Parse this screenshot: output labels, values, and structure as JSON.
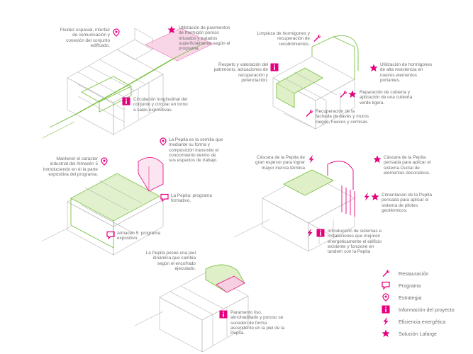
{
  "colors": {
    "accent": "#e6007e",
    "green": "#7ac143",
    "green_fill": "#dff0c8",
    "pink_fill": "#f7cfe3",
    "line": "#b5b5b5",
    "text": "#707070"
  },
  "legend": [
    {
      "icon": "wrench-icon",
      "label": "Restauración"
    },
    {
      "icon": "speech-bubble-icon",
      "label": "Programa"
    },
    {
      "icon": "map-pin-icon",
      "label": "Estrategia"
    },
    {
      "icon": "info-icon",
      "label": "Información del proyecto"
    },
    {
      "icon": "lightning-icon",
      "label": "Eficiencia energética"
    },
    {
      "icon": "star-icon",
      "label": "Solución Lafarge"
    }
  ],
  "annotations": {
    "d1_fluidez": "Fluidez espacial, interfaz\nde comunicación y\nconexión del conjunto\nedificado.",
    "d1_pavimentos": "Utilización de pavimentos\nde hormigón poroso\ntrituados y tratados\nsuperficialmente según el\nprograma.",
    "d1_circulacion": "Circulación longitudinal del\nconjunto y circular en torno\na salas expositivas.",
    "d2_limpieza": "Limpieza de hormigones y\nrecuperación de\nrecubrimientos.",
    "d2_respeto": "Respeto y valoración del\npatrimonio, actuaciones de\nrecuperación y\npotenciación.",
    "d2_hormigones": "Utilización de hormigones\nde alta resistencia en\nnuevos elementos\nportantes.",
    "d2_cubierta": "Reparación de cubierta y\naplicación de una cubierta\nverde ligera.",
    "d2_fachada": "Recuperación de la\nfachada de pavés y muros\nciegos, huecos y cornisas.",
    "d3_pepita_semilla": "La Pepita es la semilla que\nmediante su forma y\ncomposición transmite el\nconocimiento dentro de\nsus espacios de trabajo.",
    "d3_mantener": "Mantener el carácter\nindustrial del Almacén 5\nintroduciendo en él la parte\nexpositiva del programa.",
    "d3_pepita_programa": "La Pepita: programa\nformativo.",
    "d3_almacen": "Almacén 5: programa\nexpositivo.",
    "d4_cascara_espesor": "Cáscara de la Pepita de\ngran espesor para lograr\nmayor inercia térmica",
    "d4_cascara_ductal": "Cáscara de la Pepita\npensada para aplicar el\nsistema Ductal de\nelementos decorativos.",
    "d4_cimentacion": "Cimentación de la Pepita\npensada para aplicar el\nsistema de pilotes\ngeotérmicos.",
    "d4_introduccion": "Introducción de sistemas e\ninstalaciones que mejoren\nenergéticamente el edificio\nexistente y funcione en\ntandem con la Pepita",
    "d5_piel": "La Pepita posee una piel\ndinámica que cambia\nsegún el encofrado\nejecutado.",
    "d5_paramento": "Paramento liso,\nalmohadillado y poroso se\nsuceden de forma\nascendente en la piel de la\nPepita."
  }
}
